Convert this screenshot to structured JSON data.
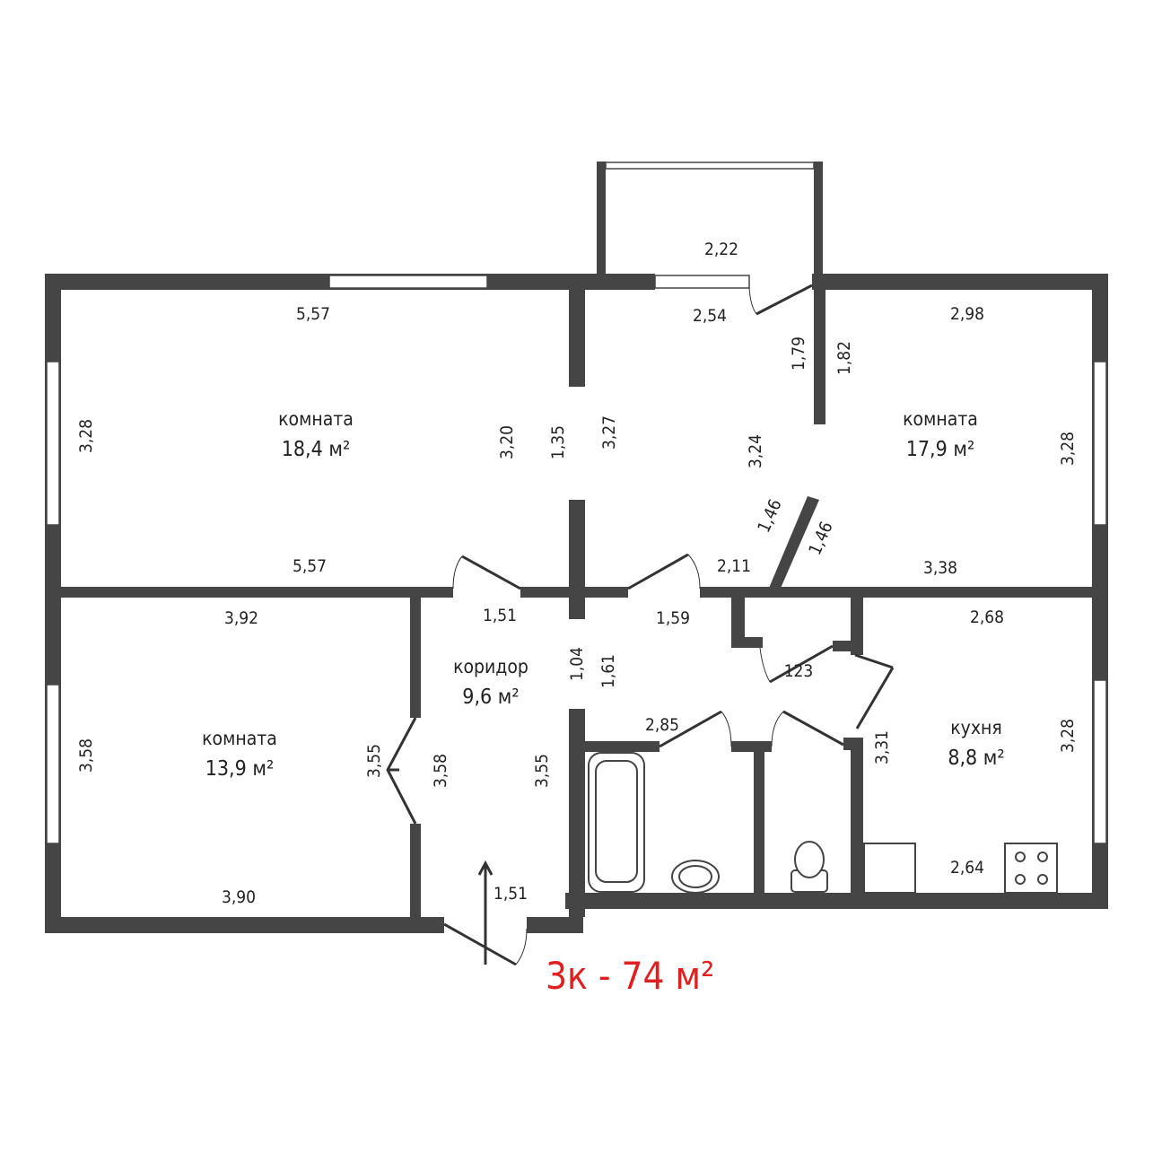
{
  "rooms": [
    {
      "name": "комната",
      "area": "18,4 м²"
    },
    {
      "name": "комната",
      "area": "17,9 м²"
    },
    {
      "name": "комната",
      "area": "13,9 м²"
    },
    {
      "name": "коридор",
      "area": "9,6 м²"
    },
    {
      "name": "кухня",
      "area": "8,8 м²"
    }
  ],
  "dimensions": {
    "r1_top": "5,57",
    "r1_bottom": "5,57",
    "r1_left": "3,28",
    "r1_right": "3,20",
    "r1_wall": "1,35",
    "balcony": "2,22",
    "mid_top": "2,54",
    "mid_left": "3,27",
    "mid_right": "3,24",
    "mid_179": "1,79",
    "mid_diag_in": "1,46",
    "mid_bottom": "2,11",
    "r2_top": "2,98",
    "r2_left": "1,82",
    "r2_diag": "1,46",
    "r2_right": "3,28",
    "r2_bottom": "3,38",
    "r3_top": "3,92",
    "r3_left": "3,58",
    "r3_right": "3,55",
    "r3_bottom": "3,90",
    "cor_top": "1,51",
    "cor_left": "3,58",
    "cor_right": "3,55",
    "cor_bottom": "1,51",
    "cor_open": "1,04",
    "hall_top": "1,59",
    "hall_side": "1,61",
    "closet": "123",
    "bath_top": "2,85",
    "k_top": "2,68",
    "k_left": "3,31",
    "k_right": "3,28",
    "k_bottom": "2,64"
  },
  "total": "3к - 74 м²",
  "colors": {
    "wall": "#454545",
    "total": "#e02020"
  }
}
